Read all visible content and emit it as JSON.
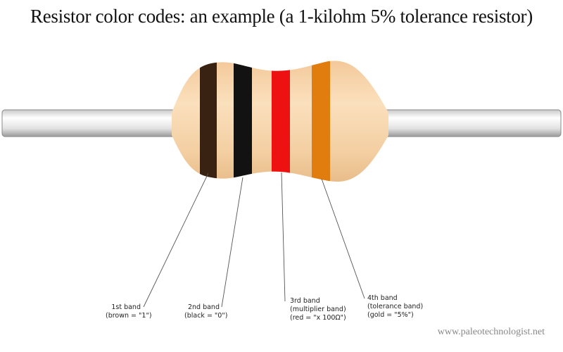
{
  "title": "Resistor color codes: an example (a 1-kilohm 5% tolerance resistor)",
  "colors": {
    "body": "#f6d3a7",
    "lead": "#e4e4e4",
    "band1": "#3a2212",
    "band2": "#121212",
    "band3": "#ee1111",
    "band4": "#e07d0e"
  },
  "bands": [
    {
      "line1": "1st band",
      "line2": "(brown = \"1\")"
    },
    {
      "line1": "2nd band",
      "line2": "(black = \"0\")"
    },
    {
      "line1": "3rd band",
      "line2": "(multiplier band)",
      "line3": "(red = \"x 100Ω\")"
    },
    {
      "line1": "4th band",
      "line2": "(tolerance band)",
      "line3": "(gold = \"5%\")"
    }
  ],
  "watermark": "www.paleotechnologist.net"
}
